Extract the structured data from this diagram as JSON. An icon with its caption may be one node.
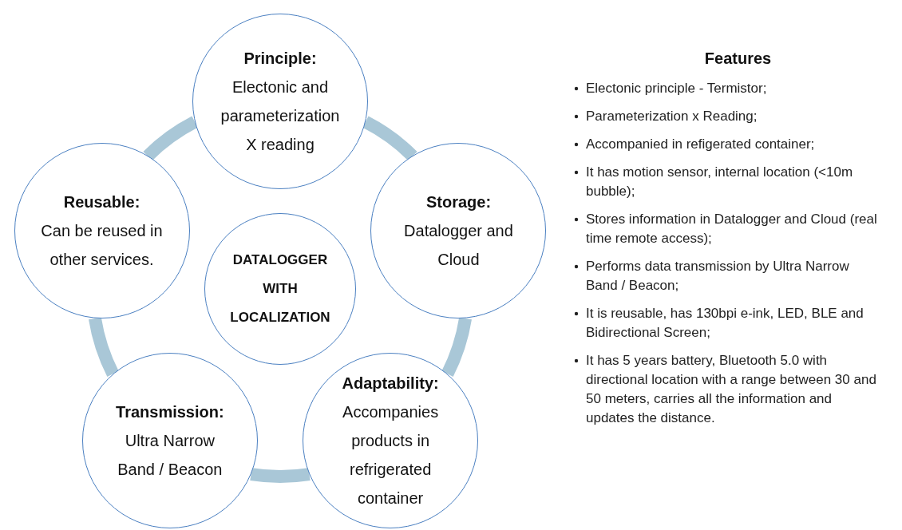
{
  "diagram": {
    "nodes": [
      {
        "text": [
          "Principle:",
          "Electonic and parameterization X reading"
        ]
      },
      {
        "text": [
          "Reusable:",
          "Can be reused in other services."
        ]
      },
      {
        "text": [
          "DATALOGGER WITH LOCALIZATION"
        ]
      },
      {
        "text": [
          "Storage:",
          "Datalogger and Cloud"
        ]
      },
      {
        "text": [
          "Transmission:",
          "Ultra Narrow Band / Beacon"
        ]
      },
      {
        "text": [
          "Adaptability:",
          "Accompanies products in refrigerated container"
        ]
      }
    ],
    "edges": [
      {
        "from": 0,
        "to": 3,
        "arrow": "none"
      },
      {
        "from": 3,
        "to": 5,
        "arrow": "none"
      },
      {
        "from": 5,
        "to": 4,
        "arrow": "none"
      },
      {
        "from": 4,
        "to": 1,
        "arrow": "none"
      },
      {
        "from": 1,
        "to": 0,
        "arrow": "none"
      }
    ],
    "labels": [
      "Features",
      "Electonic principle - Termistor;",
      "Parameterization x Reading;",
      "Accompanied in refigerated container;",
      "It has motion sensor, internal location (<10m bubble);",
      "Stores information in Datalogger and Cloud (real time remote access);",
      "Performs data transmission by Ultra Narrow Band / Beacon;",
      "It is reusable, has 130bpi e-ink, LED, BLE and Bidirectional Screen;",
      "It has 5 years battery, Bluetooth 5.0 with directional location with a range between 30 and 50 meters, carries all the information and updates the distance."
    ]
  }
}
